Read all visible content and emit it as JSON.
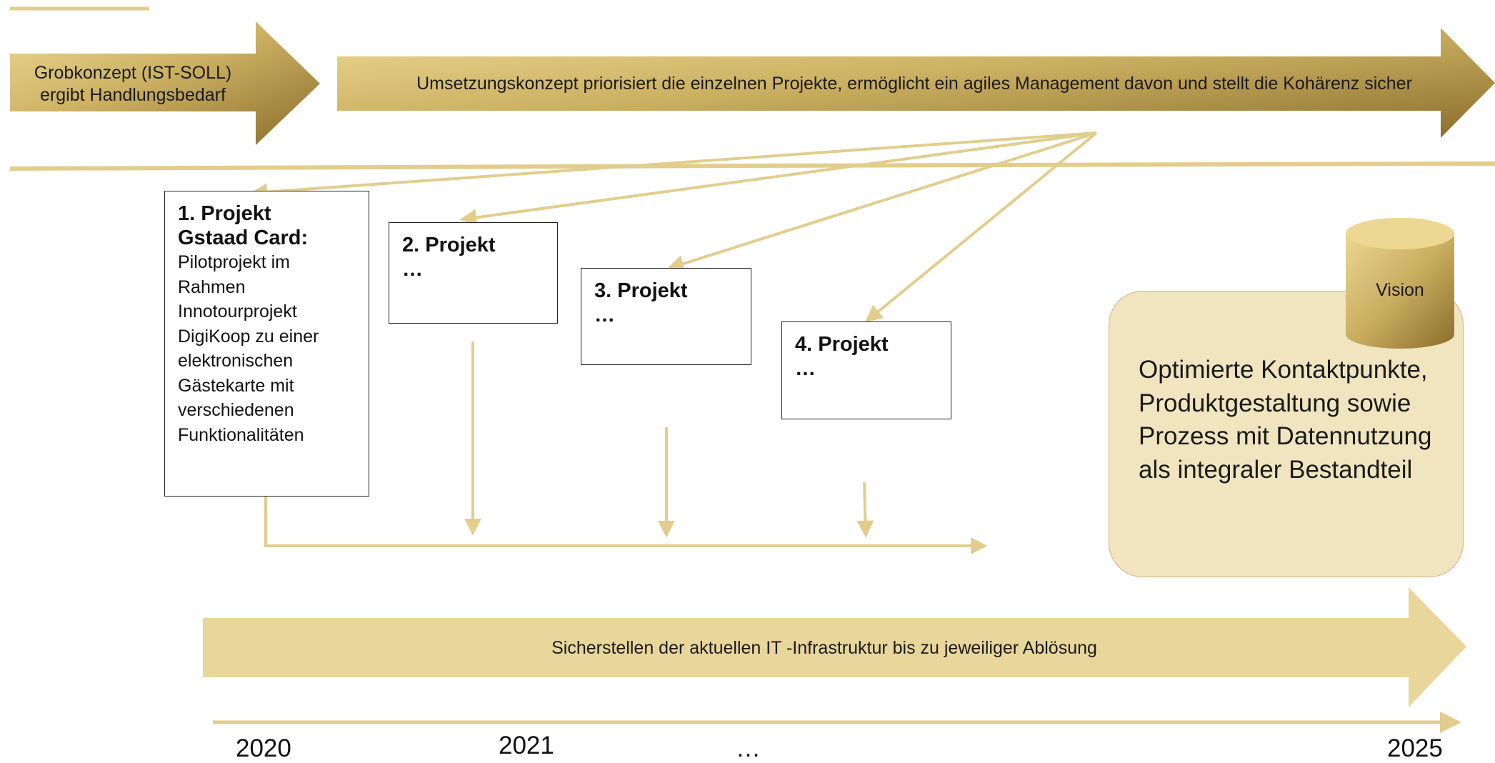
{
  "colors": {
    "gold_light": "#e9d69b",
    "gold_mid": "#d9c27d",
    "gold_dark": "#8a6d2b",
    "line": "#e2cd8d",
    "vision_fill": "#f1e5c0",
    "vision_border": "#e0a989"
  },
  "banners": {
    "grobkonzept": "Grobkonzept (IST-SOLL) ergibt Handlungsbedarf",
    "umsetzung": "Umsetzungskonzept priorisiert die einzelnen Projekte, ermöglicht ein agiles Management davon und stellt die Kohärenz sicher",
    "infrastruktur": "Sicherstellen der aktuellen IT -Infrastruktur bis zu jeweiliger Ablösung"
  },
  "projects": [
    {
      "title_line1": "1. Projekt",
      "title_line2": "Gstaad Card:",
      "description": "Pilotprojekt im Rahmen Innotourprojekt DigiKoop zu einer elektronischen Gästekarte mit verschiedenen Funktionalitäten"
    },
    {
      "title": "2. Projekt",
      "ellipsis": "…"
    },
    {
      "title": "3. Projekt",
      "ellipsis": "…"
    },
    {
      "title": "4. Projekt",
      "ellipsis": "…"
    }
  ],
  "vision": {
    "label": "Vision",
    "text": "Optimierte Kontaktpunkte, Produktgestaltung sowie Prozess mit Datennutzung als integraler Bestandteil"
  },
  "timeline": {
    "years": [
      "2020",
      "2021",
      "…",
      "2025"
    ]
  }
}
